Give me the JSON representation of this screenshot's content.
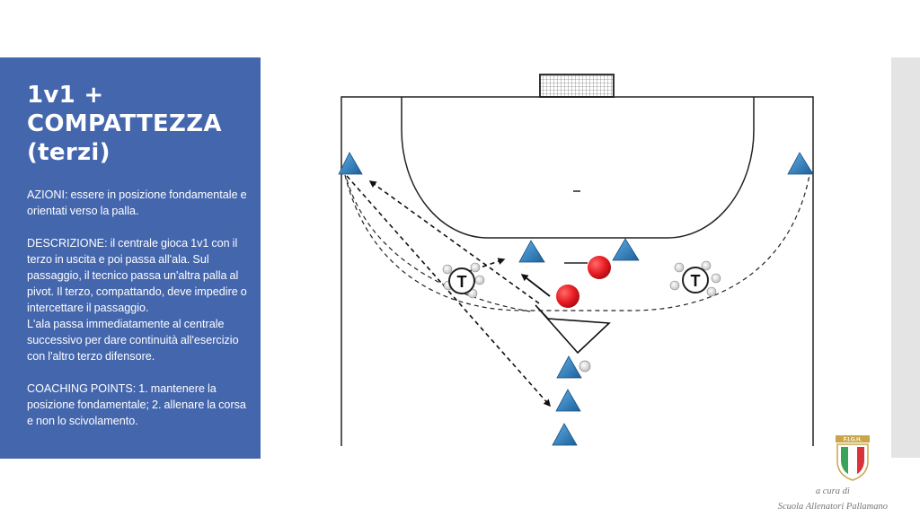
{
  "slide": {
    "title_lines": [
      "1v1 +",
      "COMPATTEZZA",
      "(terzi)"
    ],
    "azioni": "AZIONI: essere in posizione fondamentale e orientati verso la palla.",
    "descrizione_1": "DESCRIZIONE: il centrale gioca 1v1 con il terzo in uscita e poi passa all'ala. Sul passaggio, il tecnico passa un'altra palla al pivot. Il terzo, compattando, deve impedire o intercettare il passaggio.",
    "descrizione_2": "L'ala passa immediatamente al centrale successivo per dare continuità all'esercizio con l'altro terzo difensore.",
    "coaching_points": "COACHING POINTS: 1. mantenere la posizione fondamentale; 2. allenare la corsa e non lo scivolamento.",
    "coach_label": "T",
    "logo_text": "F.I.G.H.",
    "credit_line1": "a cura di",
    "credit_line2": "Scuola Allenatori Pallamano"
  },
  "colors": {
    "panel": "#4466ad",
    "attacker": "#2f86c8",
    "defender": "#e81b23",
    "court_line": "#222222"
  }
}
